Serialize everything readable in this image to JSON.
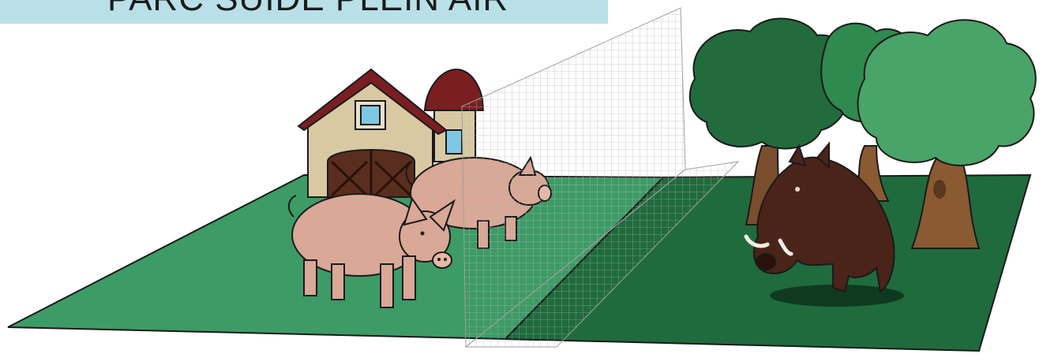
{
  "banner": {
    "title": "PARC SUIDE PLEIN AIR",
    "background": "#b9e0e8"
  },
  "colors": {
    "field_light": "#3d9b66",
    "field_dark": "#1f6b3d",
    "barn_wall": "#d9c9a3",
    "barn_roof": "#7a1e22",
    "barn_door": "#5a2e1f",
    "window": "#7ec8e3",
    "pig": "#d9a896",
    "boar": "#4a2418",
    "tree_leaves": "#2e8a4e",
    "tree_trunk": "#8a5a32"
  },
  "scene": {
    "left_field": "domestic-pig-area",
    "right_field": "wild-boar-area",
    "separator": "wire-fence",
    "icons": [
      "barn-icon",
      "domestic-pig-icon",
      "wild-boar-icon",
      "tree-icon",
      "fence-icon"
    ]
  }
}
